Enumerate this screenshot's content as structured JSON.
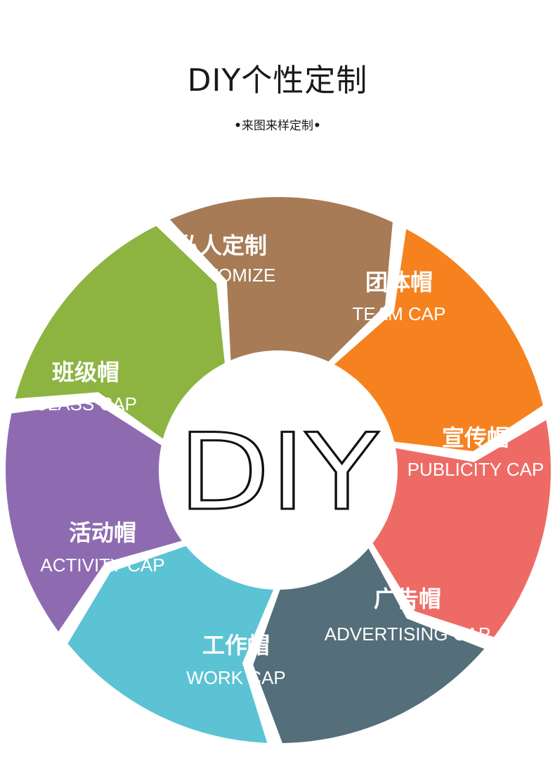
{
  "header": {
    "title": "DIY个性定制",
    "subtitle": "来图来样定制"
  },
  "wheel": {
    "center_label": "DIY",
    "segments": [
      {
        "key": "customize",
        "title": "私人定制",
        "subtitle": "CUSTOMIZE",
        "color": "#A67B56"
      },
      {
        "key": "team",
        "title": "团体帽",
        "subtitle": "TEAM CAP",
        "color": "#F5821F"
      },
      {
        "key": "publicity",
        "title": "宣传帽",
        "subtitle": "PUBLICITY CAP",
        "color": "#EE6B65"
      },
      {
        "key": "advertising",
        "title": "广告帽",
        "subtitle": "ADVERTISING CAP",
        "color": "#546E7A"
      },
      {
        "key": "work",
        "title": "工作帽",
        "subtitle": "WORK CAP",
        "color": "#5BC3D3"
      },
      {
        "key": "activity",
        "title": "活动帽",
        "subtitle": "ACTIVITY CAP",
        "color": "#8E6BB1"
      },
      {
        "key": "class",
        "title": "班级帽",
        "subtitle": "CLASS CAP",
        "color": "#8DB440"
      }
    ]
  }
}
